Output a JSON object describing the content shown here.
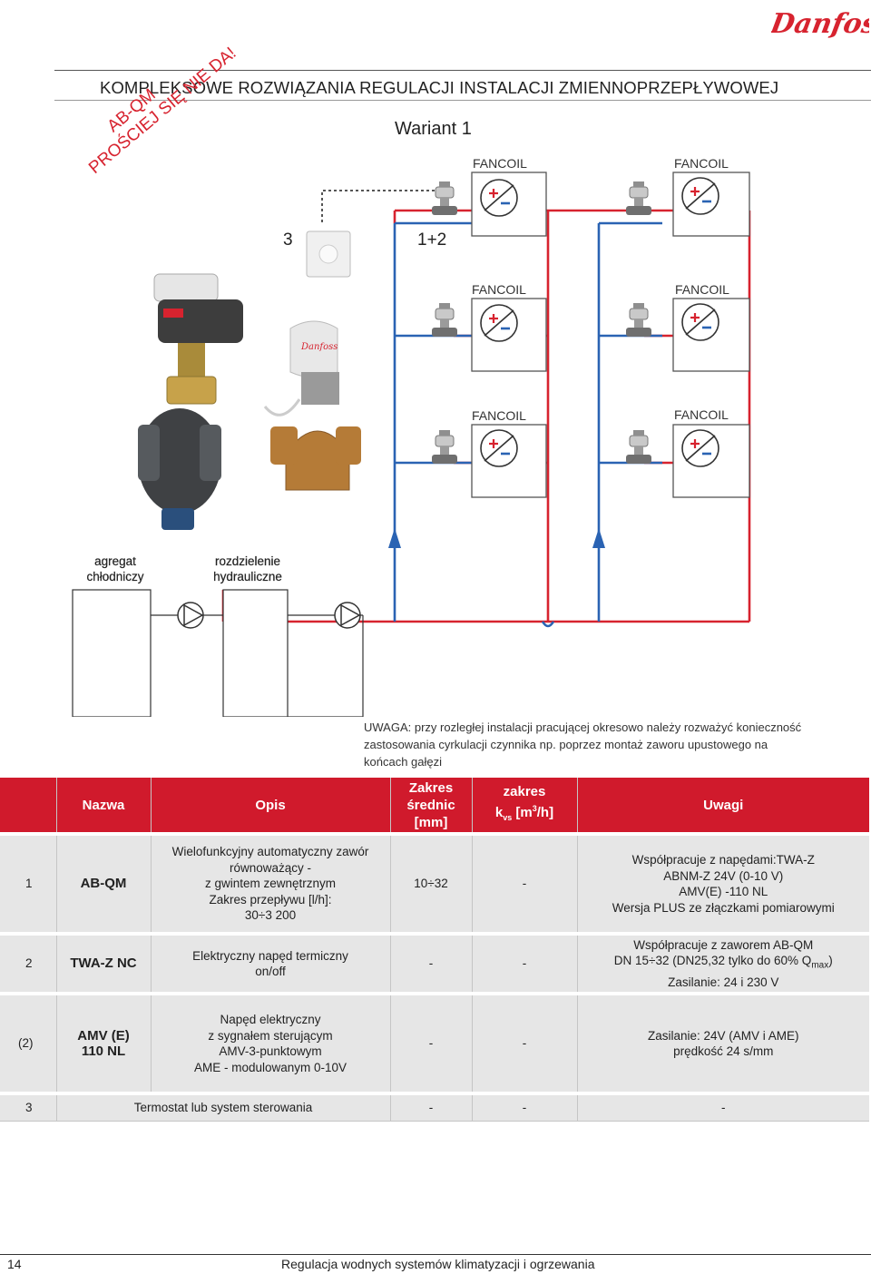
{
  "brand": "Danfoss",
  "title": "KOMPLEKSOWE ROZWIĄZANIA REGULACJI INSTALACJI ZMIENNOPRZEPŁYWOWEJ",
  "variant": "Wariant 1",
  "slogan": [
    "AB-QM",
    "PROŚCIEJ SIĘ NIE DA!"
  ],
  "diagram": {
    "fancoil_label": "FANCOIL",
    "label_3": "3",
    "label_12": "1+2",
    "chiller_label": [
      "agregat",
      "chłodniczy"
    ],
    "separator_label": [
      "rozdzielenie",
      "hydrauliczne"
    ],
    "colors": {
      "supply": "#2a63b3",
      "return": "#d7232f"
    }
  },
  "note": [
    "UWAGA: przy rozległej instalacji pracującej okresowo należy rozważyć konieczność",
    "zastosowania cyrkulacji czynnika np. poprzez montaż zaworu upustowego na",
    "końcach gałęzi"
  ],
  "table": {
    "headers": {
      "nazwa": "Nazwa",
      "opis": "Opis",
      "zakres": [
        "Zakres",
        "średnic",
        "[mm]"
      ],
      "kvs_1": "zakres",
      "kvs_2a": "k",
      "kvs_sub": "vs",
      "kvs_2b": " [m",
      "kvs_sup": "3",
      "kvs_2c": "/h]",
      "uwagi": "Uwagi"
    },
    "rows": [
      {
        "no": "1",
        "name": "AB-QM",
        "desc": [
          "Wielofunkcyjny automatyczny zawór",
          "równoważący -",
          "z gwintem zewnętrznym",
          "Zakres przepływu [l/h]:",
          "30÷3 200"
        ],
        "range": "10÷32",
        "kvs": "-",
        "notes": [
          "Współpracuje z napędami:TWA-Z",
          "ABNM-Z 24V (0-10 V)",
          "AMV(E) -110 NL",
          "Wersja PLUS ze złączkami pomiarowymi"
        ]
      },
      {
        "no": "2",
        "name": "TWA-Z NC",
        "desc": [
          "Elektryczny napęd termiczny",
          "on/off"
        ],
        "range": "-",
        "kvs": "-",
        "notes_1": "Współpracuje z zaworem AB-QM",
        "notes_2a": "DN 15÷32 (DN25,32 tylko do 60% Q",
        "notes_2sub": "max",
        "notes_2b": ")",
        "notes_3": "Zasilanie: 24 i 230 V"
      },
      {
        "no": "(2)",
        "name": [
          "AMV (E)",
          "110 NL"
        ],
        "desc": [
          "Napęd elektryczny",
          "z sygnałem sterującym",
          "AMV-3-punktowym",
          "AME - modulowanym 0-10V"
        ],
        "range": "-",
        "kvs": "-",
        "notes": [
          "Zasilanie: 24V (AMV i AME)",
          "prędkość 24 s/mm"
        ]
      },
      {
        "no": "3",
        "desc": "Termostat lub system sterowania",
        "range": "-",
        "kvs": "-",
        "notes": "-"
      }
    ]
  },
  "footer": {
    "page_number": "14",
    "text": "Regulacja wodnych systemów klimatyzacji i ogrzewania"
  }
}
